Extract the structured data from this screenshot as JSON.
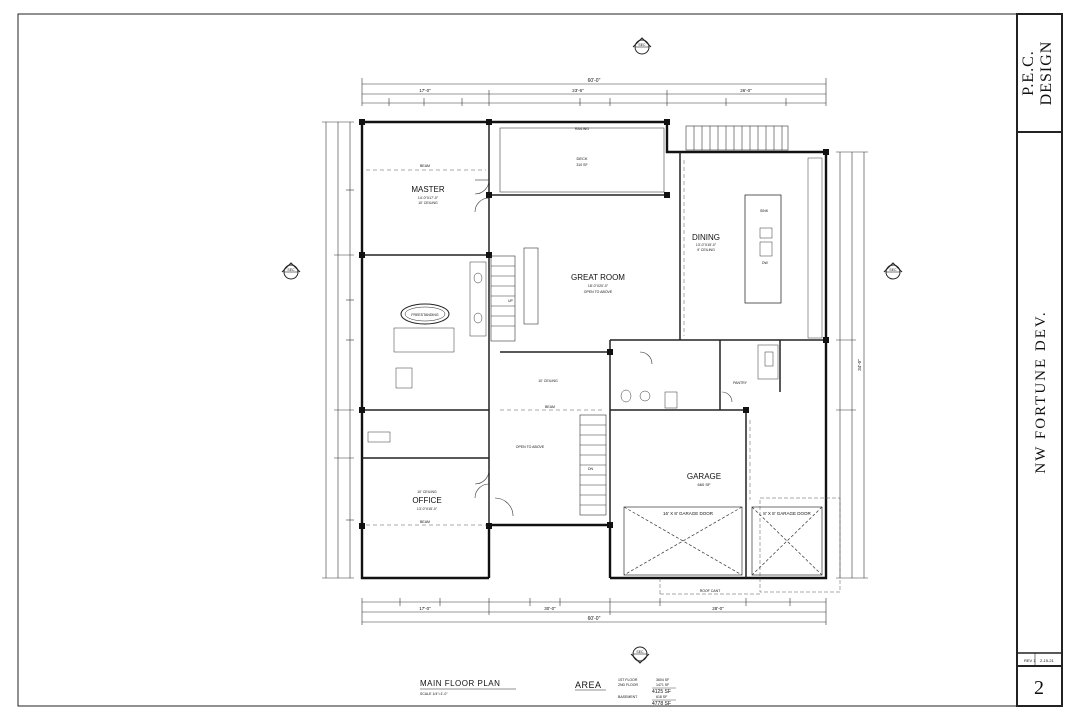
{
  "title_block": {
    "firm": [
      "P.E.C.",
      "DESIGN"
    ],
    "project": "NW FORTUNE DEV.",
    "sheet_number": "2",
    "revision": [
      "REV 1",
      "2-15-21"
    ]
  },
  "drawing": {
    "title": "MAIN FLOOR PLAN",
    "scale": "SCALE 1/4\"=1'-0\"",
    "area": {
      "label": "AREA",
      "rows": [
        {
          "name": "1ST FLOOR",
          "value": "3604 SF"
        },
        {
          "name": "2ND FLOOR",
          "value": "1471 SF"
        },
        {
          "name": "",
          "value": "4125 SF"
        },
        {
          "name": "BASEMENT",
          "value": "618 SF"
        },
        {
          "name": "",
          "value": "4778 SF"
        }
      ]
    }
  },
  "dimensions": {
    "top_overall": "60'-0\"",
    "top_segments": [
      "17'-0\"",
      "23'-6\"",
      "26'-0\""
    ],
    "bottom_overall": "60'-0\"",
    "bottom_segments": [
      "17'-0\"",
      "30'-0\"",
      "28'-0\""
    ],
    "right_overall": "34'-0\""
  },
  "section_markers": {
    "top": "SEC",
    "left": "SEC",
    "right": "SEC",
    "bottom": "SEC"
  },
  "rooms": {
    "master": {
      "name": "MASTER",
      "size": "14'-0\"X17'-0\"",
      "ceiling": "10' CEILING"
    },
    "great_room": {
      "name": "GREAT ROOM",
      "size": "18'-0\"X20'-0\"",
      "note": "OPEN TO ABOVE"
    },
    "dining": {
      "name": "DINING",
      "size": "13'-0\"X15'-0\"",
      "ceiling": "9' CEILING"
    },
    "garage": {
      "name": "GARAGE",
      "size": "660 SF"
    },
    "office": {
      "name": "OFFICE",
      "size": "13'-0\"X15'-0\"",
      "ceiling": "10' CEILING"
    },
    "deck": {
      "name": "DECK",
      "size": "310 SF"
    },
    "pantry": "PANTRY",
    "dw": "DW",
    "sink": "SINK",
    "freestanding_tub": "FREESTANDING",
    "open_to_above": "OPEN TO ABOVE",
    "ceiling_note": "10' CEILING"
  },
  "garage_doors": [
    {
      "label": "16' X 8' GARAGE DOOR"
    },
    {
      "label": "8' X 8' GARAGE DOOR"
    }
  ],
  "notes": {
    "beam": "BEAM",
    "railing": "RAILING",
    "roof_cant": "ROOF CANT",
    "up": "UP",
    "dn": "DN"
  }
}
